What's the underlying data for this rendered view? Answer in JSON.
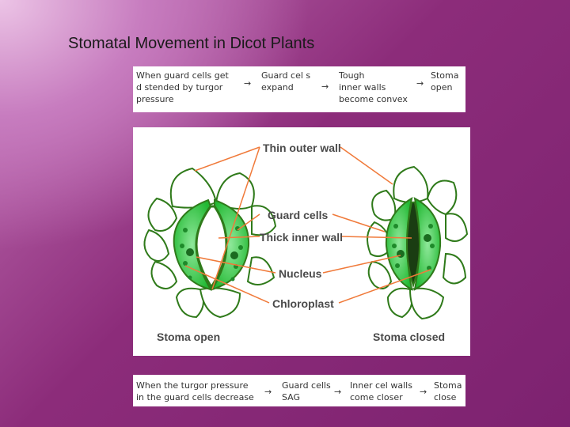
{
  "title": "Stomatal Movement in Dicot Plants",
  "top_flow": {
    "steps": [
      "When guard cells get\nd stended by turgor\npressure",
      "Guard cel s\nexpand",
      "Tough\ninner walls\nbecome convex",
      "Stoma\nopen"
    ],
    "arrow": "→"
  },
  "diagram": {
    "labels": {
      "thin_outer_wall": "Thin outer wall",
      "guard_cells": "Guard cells",
      "thick_inner_wall": "Thick inner wall",
      "nucleus": "Nucleus",
      "chloroplast": "Chloroplast",
      "stoma_open": "Stoma open",
      "stoma_closed": "Stoma closed"
    },
    "colors": {
      "pointer": "#f07a3a",
      "cell_outline": "#2f7a1a",
      "guard_fill": "#2ecc3f",
      "guard_inner": "#7ee08a"
    }
  },
  "bottom_flow": {
    "steps": [
      "When the turgor pressure\nin the guard cells decrease",
      "Guard cells\nSAG",
      "Inner cel walls\ncome closer",
      "Stoma\nclose"
    ],
    "arrow": "→"
  }
}
